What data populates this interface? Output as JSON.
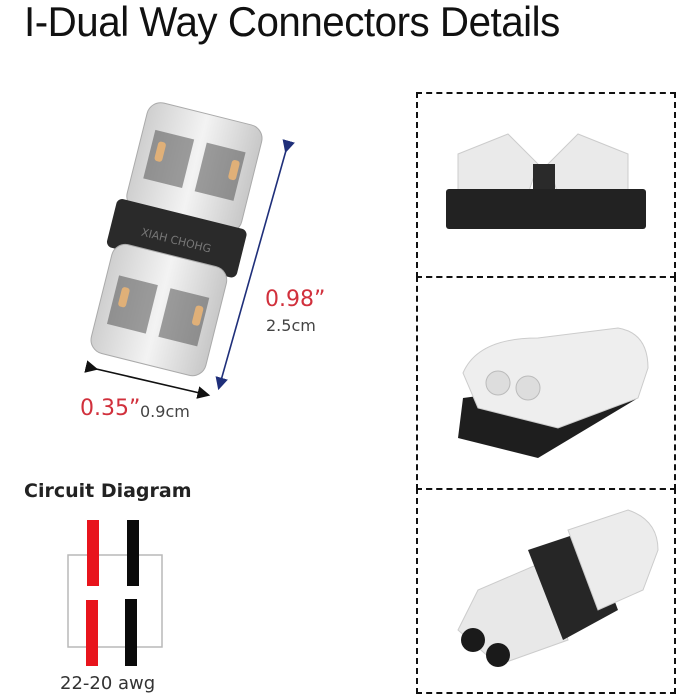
{
  "title": "I-Dual Way Connectors Details",
  "product": {
    "brand_marking": "XIAH CHOHG",
    "length_in": "0.98”",
    "length_cm": "2.5cm",
    "width_in": "0.35”",
    "width_cm": "0.9cm"
  },
  "circuit_diagram": {
    "title": "Circuit Diagram",
    "wire_gauge": "22-20 awg",
    "colors": {
      "red": "#e8141c",
      "black": "#0a0a0a",
      "box": "#b9b9b9"
    }
  },
  "panels": [
    {
      "name": "side-view",
      "view": "side"
    },
    {
      "name": "angle-view-open",
      "view": "angled open end"
    },
    {
      "name": "angle-view-closed",
      "view": "angled closed"
    }
  ],
  "colors": {
    "dimension_red": "#d1303c",
    "arrow_blue": "#1f2f7a"
  }
}
